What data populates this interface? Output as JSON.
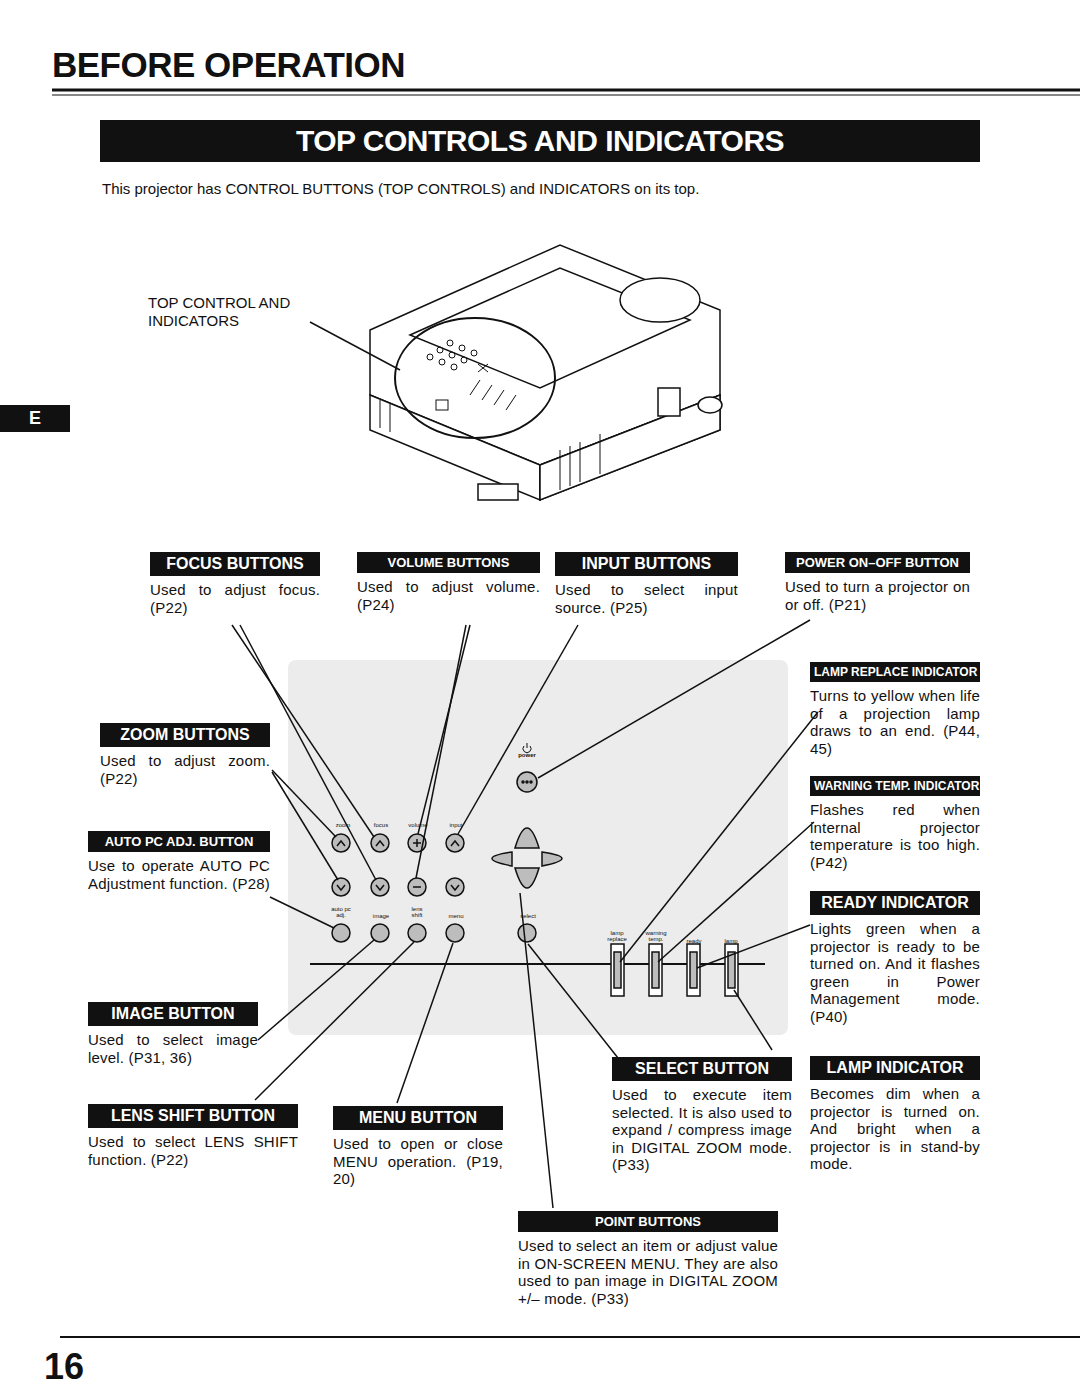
{
  "diagram": {
    "title": "BEFORE OPERATION",
    "nodes": [
      {
        "text": [
          "TOP CONTROLS AND INDICATORS"
        ]
      },
      {
        "text": [
          "E"
        ]
      },
      {
        "text": [
          "FOCUS BUTTONS",
          "Used to adjust focus. (P22)"
        ]
      },
      {
        "text": [
          "VOLUME  BUTTONS",
          "Used to adjust volume. (P24)"
        ]
      },
      {
        "text": [
          "INPUT BUTTONS",
          "Used to select input source. (P25)"
        ]
      },
      {
        "text": [
          "POWER ON–OFF BUTTON",
          "Used to turn a projector on or off. (P21)"
        ]
      },
      {
        "text": [
          "LAMP REPLACE INDICATOR",
          "Turns to yellow when life of a projection lamp draws to an end. (P44, 45)"
        ]
      },
      {
        "text": [
          "ZOOM BUTTONS",
          "Used to adjust zoom. (P22)"
        ]
      },
      {
        "text": [
          "WARNING TEMP. INDICATOR",
          "Flashes red when internal projector temperature is too high. (P42)"
        ]
      },
      {
        "text": [
          "AUTO PC ADJ. BUTTON",
          "Use to operate AUTO PC Adjustment function. (P28)"
        ]
      },
      {
        "text": [
          "READY INDICATOR",
          "Lights green when a projector is ready to be turned on. And it flashes green in Power Management mode. (P40)"
        ]
      },
      {
        "text": [
          "IMAGE BUTTON",
          "Used to select image level. (P31, 36)"
        ]
      },
      {
        "text": [
          "SELECT BUTTON",
          "Used to execute item selected. It is also used to expand / compress image in DIGITAL ZOOM mode. (P33)"
        ]
      },
      {
        "text": [
          "LAMP INDICATOR",
          "Becomes dim when a projector is turned on. And bright when a projector is in stand-by mode."
        ]
      },
      {
        "text": [
          "LENS SHIFT BUTTON",
          "Used to select LENS SHIFT function. (P22)"
        ]
      },
      {
        "text": [
          "MENU BUTTON",
          "Used to open or close MENU operation. (P19, 20)"
        ]
      },
      {
        "text": [
          "POINT BUTTONS",
          "Used to select an item or adjust value in ON-SCREEN MENU. They are also used to pan image in DIGITAL ZOOM +/– mode. (P33)"
        ]
      }
    ],
    "labels": [
      "This projector has CONTROL BUTTONS (TOP CONTROLS) and INDICATORS on its top.",
      "TOP CONTROL AND INDICATORS",
      "power",
      "zoom",
      "focus",
      "volume",
      "input",
      "auto pc adj.",
      "image",
      "lens shift",
      "menu",
      "select",
      "lamp replace",
      "warning temp.",
      "ready",
      "lamp",
      "16"
    ]
  }
}
